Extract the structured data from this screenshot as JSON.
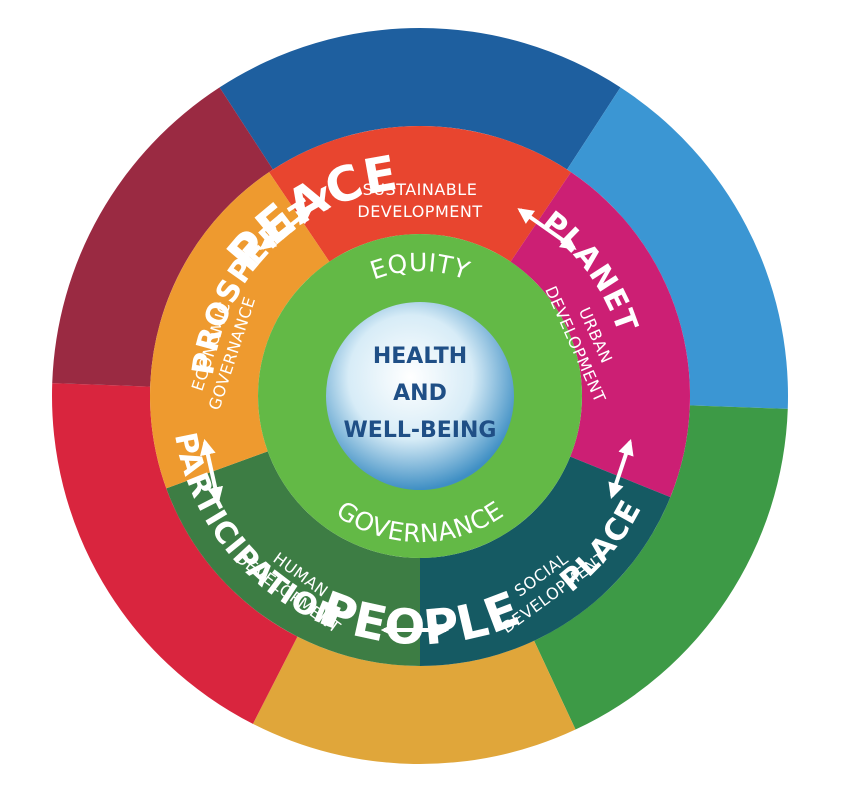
{
  "outer_ring": {
    "peace": "PEACE",
    "planet": "PLANET",
    "place": "PLACE",
    "people": "PEOPLE",
    "participation": "PARTICIPATION",
    "prosperity": "PROSPERITY"
  },
  "middle_ring": {
    "sustainable_development": [
      "SUSTAINABLE",
      "DEVELOPMENT"
    ],
    "urban_development": [
      "URBAN",
      "DEVELOPMENT"
    ],
    "social_development": [
      "SOCIAL",
      "DEVELOPMENT"
    ],
    "human_development": [
      "HUMAN",
      "DEVELOPMENT"
    ],
    "economic_governance": [
      "ECONOMIC",
      "GOVERNANCE"
    ]
  },
  "inner_ring": {
    "top": "EQUITY",
    "bottom": "GOVERNANCE"
  },
  "core": {
    "lines": [
      "HEALTH",
      "AND",
      "WELL-BEING"
    ]
  },
  "colors": {
    "peace": "#1e5f9f",
    "planet": "#3b96d3",
    "place": "#3d9a46",
    "people": "#e0a63a",
    "participation": "#d9253e",
    "prosperity": "#9a2a42",
    "sustainable_development": "#e8452f",
    "urban_development": "#cc1f74",
    "social_development": "#155a63",
    "human_development": "#3d7d44",
    "economic_governance": "#ee9a2f",
    "inner_ring": "#63b946",
    "core_text": "#1f4f86"
  }
}
